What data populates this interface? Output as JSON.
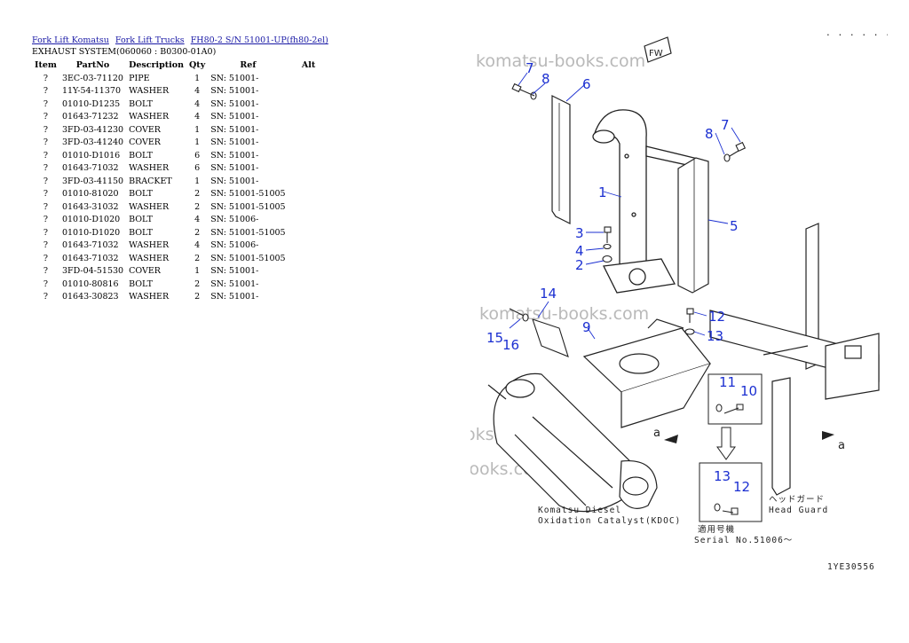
{
  "breadcrumb": {
    "link1": "Fork Lift Komatsu",
    "link2": "Fork Lift Trucks",
    "link3": "FH80-2 S/N 51001-UP(fh80-2el)"
  },
  "section_title": "EXHAUST SYSTEM(060060 : B0300-01A0)",
  "table": {
    "headers": [
      "Item",
      "PartNo",
      "Description",
      "Qty",
      "Ref",
      "Alt"
    ],
    "rows": [
      [
        "?",
        "3EC-03-71120",
        "PIPE",
        "1",
        "SN: 51001-",
        ""
      ],
      [
        "?",
        "11Y-54-11370",
        "WASHER",
        "4",
        "SN: 51001-",
        ""
      ],
      [
        "?",
        "01010-D1235",
        "BOLT",
        "4",
        "SN: 51001-",
        ""
      ],
      [
        "?",
        "01643-71232",
        "WASHER",
        "4",
        "SN: 51001-",
        ""
      ],
      [
        "?",
        "3FD-03-41230",
        "COVER",
        "1",
        "SN: 51001-",
        ""
      ],
      [
        "?",
        "3FD-03-41240",
        "COVER",
        "1",
        "SN: 51001-",
        ""
      ],
      [
        "?",
        "01010-D1016",
        "BOLT",
        "6",
        "SN: 51001-",
        ""
      ],
      [
        "?",
        "01643-71032",
        "WASHER",
        "6",
        "SN: 51001-",
        ""
      ],
      [
        "?",
        "3FD-03-41150",
        "BRACKET",
        "1",
        "SN: 51001-",
        ""
      ],
      [
        "?",
        "01010-81020",
        "BOLT",
        "2",
        "SN: 51001-51005",
        ""
      ],
      [
        "?",
        "01643-31032",
        "WASHER",
        "2",
        "SN: 51001-51005",
        ""
      ],
      [
        "?",
        "01010-D1020",
        "BOLT",
        "4",
        "SN: 51006-",
        ""
      ],
      [
        "?",
        "01010-D1020",
        "BOLT",
        "2",
        "SN: 51001-51005",
        ""
      ],
      [
        "?",
        "01643-71032",
        "WASHER",
        "4",
        "SN: 51006-",
        ""
      ],
      [
        "?",
        "01643-71032",
        "WASHER",
        "2",
        "SN: 51001-51005",
        ""
      ],
      [
        "?",
        "3FD-04-51530",
        "COVER",
        "1",
        "SN: 51001-",
        ""
      ],
      [
        "?",
        "01010-80816",
        "BOLT",
        "2",
        "SN: 51001-",
        ""
      ],
      [
        "?",
        "01643-30823",
        "WASHER",
        "2",
        "SN: 51001-",
        ""
      ]
    ]
  },
  "diagram": {
    "watermark": "komatsu-books.com",
    "callouts": [
      "1",
      "2",
      "3",
      "4",
      "5",
      "6",
      "7",
      "8",
      "7",
      "8",
      "9",
      "10",
      "11",
      "12",
      "13",
      "14",
      "15",
      "16",
      "12",
      "13"
    ],
    "arrow_a": "a",
    "arrow_a2": "a",
    "fw_badge": "FW",
    "caption_catalyst_1": "Komatsu Diesel",
    "caption_catalyst_2": "Oxidation Catalyst(KDOC)",
    "caption_guard_jp": "ヘッドガード",
    "caption_guard_en": "Head Guard",
    "caption_serial_jp": "適用号機",
    "caption_serial_en": "Serial No.51006～",
    "drawing_code": "1YE30556",
    "corner_marks": ". . . . . . ."
  },
  "colors": {
    "link": "#1a1aa6",
    "callout": "#1b2fd1",
    "watermark": "#b9b9b9"
  }
}
